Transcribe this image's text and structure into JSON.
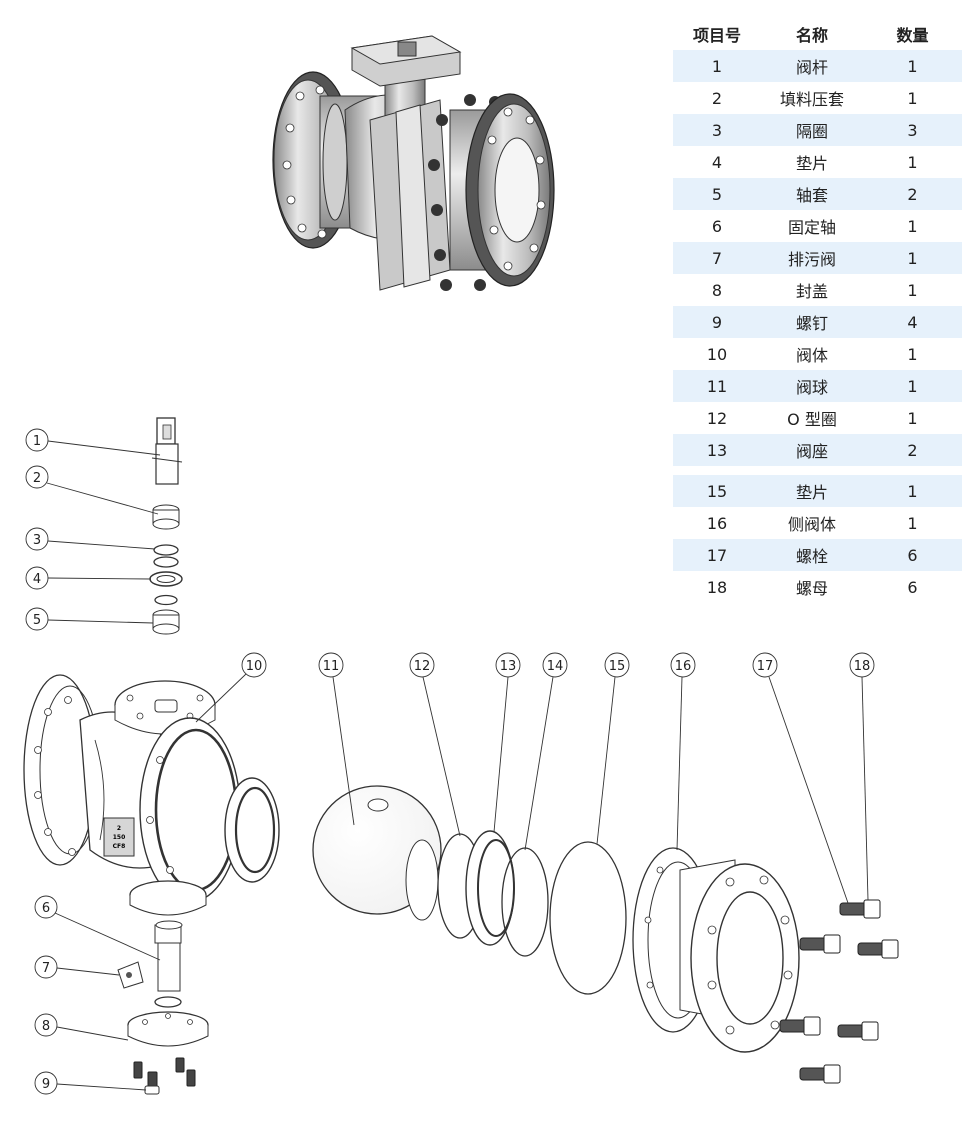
{
  "table": {
    "headers": {
      "item": "项目号",
      "name": "名称",
      "qty": "数量"
    },
    "rows": [
      {
        "item": "1",
        "name": "阀杆",
        "qty": "1"
      },
      {
        "item": "2",
        "name": "填料压套",
        "qty": "1"
      },
      {
        "item": "3",
        "name": "隔圈",
        "qty": "3"
      },
      {
        "item": "4",
        "name": "垫片",
        "qty": "1"
      },
      {
        "item": "5",
        "name": "轴套",
        "qty": "2"
      },
      {
        "item": "6",
        "name": "固定轴",
        "qty": "1"
      },
      {
        "item": "7",
        "name": "排污阀",
        "qty": "1"
      },
      {
        "item": "8",
        "name": "封盖",
        "qty": "1"
      },
      {
        "item": "9",
        "name": "螺钉",
        "qty": "4"
      },
      {
        "item": "10",
        "name": "阀体",
        "qty": "1"
      },
      {
        "item": "11",
        "name": "阀球",
        "qty": "1"
      },
      {
        "item": "12",
        "name": "O 型圈",
        "qty": "1"
      },
      {
        "item": "13",
        "name": "阀座",
        "qty": "2"
      },
      {
        "item": "15",
        "name": "垫片",
        "qty": "1"
      },
      {
        "item": "16",
        "name": "侧阀体",
        "qty": "1"
      },
      {
        "item": "17",
        "name": "螺栓",
        "qty": "6"
      },
      {
        "item": "18",
        "name": "螺母",
        "qty": "6"
      }
    ]
  },
  "callouts": [
    "1",
    "2",
    "3",
    "4",
    "5",
    "6",
    "7",
    "8",
    "9",
    "10",
    "11",
    "12",
    "13",
    "14",
    "15",
    "16",
    "17",
    "18"
  ],
  "body_marking": [
    "2",
    "150",
    "CF8"
  ],
  "colors": {
    "row_highlight": "#e6f1fb",
    "metal": "#d9d9d9",
    "outline": "#333333"
  }
}
